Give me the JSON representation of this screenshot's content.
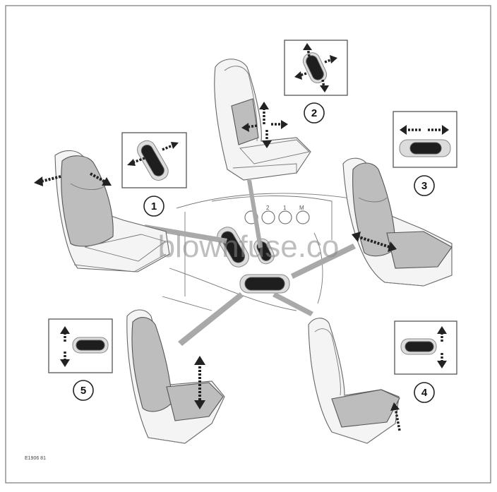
{
  "figure_code": "E1906 81",
  "watermark": "blownfuse.co",
  "dial_labels": [
    "2",
    "1",
    "M"
  ],
  "callouts": [
    {
      "id": "1",
      "label": "1"
    },
    {
      "id": "2",
      "label": "2"
    },
    {
      "id": "3",
      "label": "3"
    },
    {
      "id": "4",
      "label": "4"
    },
    {
      "id": "5",
      "label": "5"
    }
  ],
  "colors": {
    "seat_shade": "#bdbdbd",
    "switch": "#1e1e1e",
    "beam": "#a9a9a9",
    "frame": "#555555"
  }
}
